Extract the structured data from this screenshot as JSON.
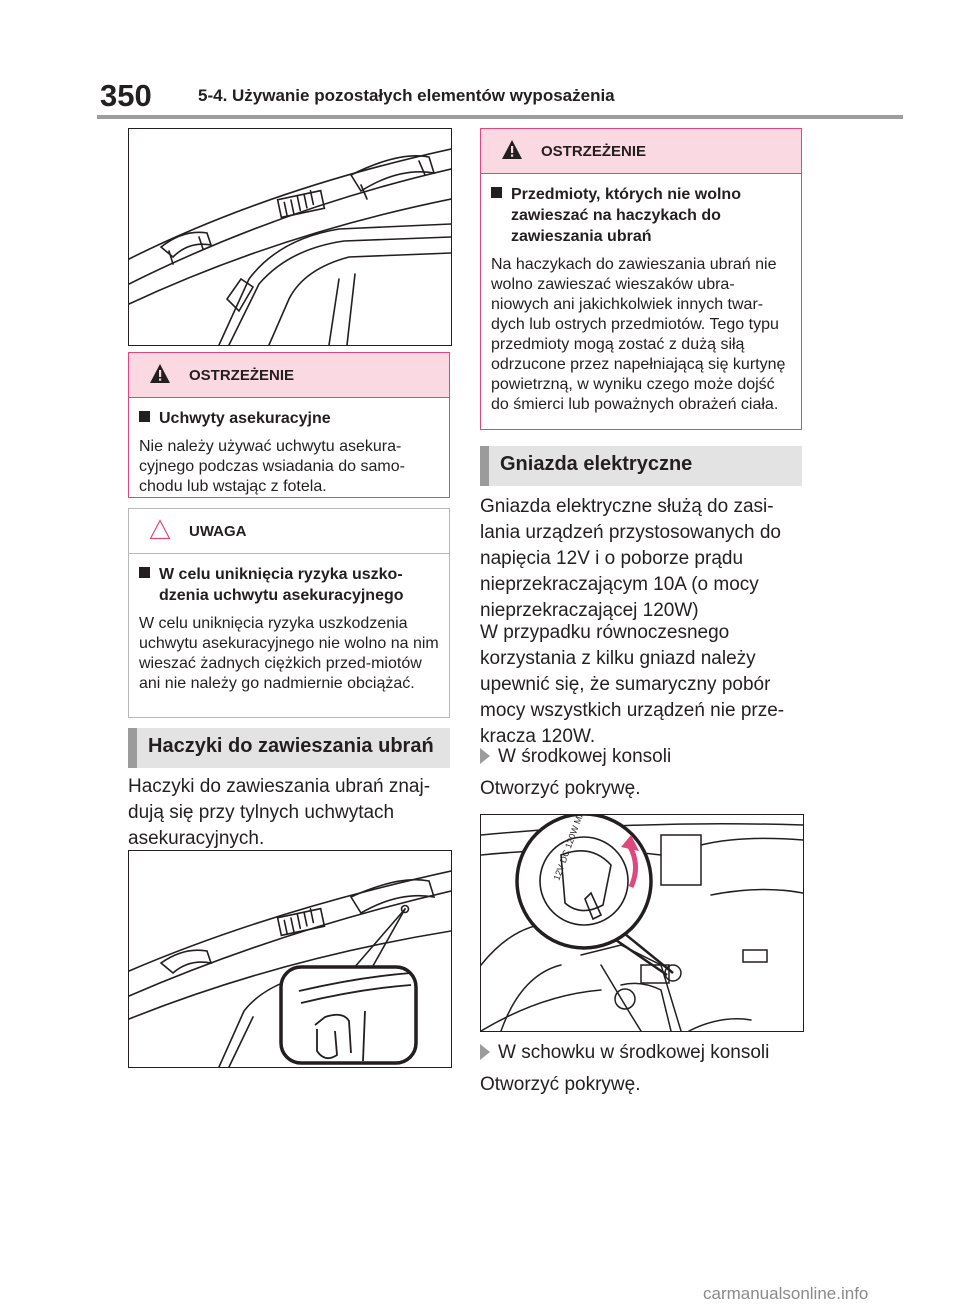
{
  "header": {
    "page_number": "350",
    "section_title": "5-4. Używanie pozostałych elementów wyposażenia"
  },
  "warning_left": {
    "label": "OSTRZEŻENIE",
    "item": "Uchwyty asekuracyjne",
    "text": "Nie należy używać uchwytu asekura-cyjnego podczas wsiadania do samo-chodu lub wstając z fotela."
  },
  "note_left": {
    "label": "UWAGA",
    "item": "W celu uniknięcia ryzyka uszko-dzenia uchwytu asekuracyjnego",
    "text": "W celu uniknięcia ryzyka uszkodzenia uchwytu asekuracyjnego nie wolno na nim wieszać żadnych ciężkich przed-miotów ani nie należy go nadmiernie obciążać."
  },
  "hooks": {
    "heading": "Haczyki do zawieszania ubrań",
    "body": "Haczyki do zawieszania ubrań znaj-dują się przy tylnych uchwytach asekuracyjnych."
  },
  "warning_right": {
    "label": "OSTRZEŻENIE",
    "item": "Przedmioty, których nie wolno zawieszać na haczykach do zawieszania ubrań",
    "text": "Na haczykach do zawieszania ubrań nie wolno zawieszać wieszaków ubra-niowych ani jakichkolwiek innych twar-dych lub ostrych przedmiotów. Tego typu przedmioty mogą zostać z dużą siłą odrzucone przez napełniającą się kurtynę powietrzną, w wyniku czego może dojść do śmierci lub poważnych obrażeń ciała."
  },
  "sockets": {
    "heading": "Gniazda elektryczne",
    "para1": "Gniazda elektryczne służą do zasi-lania urządzeń przystosowanych do napięcia 12V i o poborze prądu nieprzekraczającym 10A (o mocy nieprzekraczającej 120W)",
    "para2": "W przypadku równoczesnego korzystania z kilku gniazd należy upewnić się, że sumaryczny pobór mocy wszystkich urządzeń nie prze-kracza 120W.",
    "bullet1": "W środkowej konsoli",
    "action1": "Otworzyć pokrywę.",
    "bullet2": "W schowku w środkowej konsoli",
    "action2": "Otworzyć pokrywę.",
    "cap_text": "12V DC 120W MAX"
  },
  "footer": {
    "watermark": "carmanualsonline.info"
  }
}
